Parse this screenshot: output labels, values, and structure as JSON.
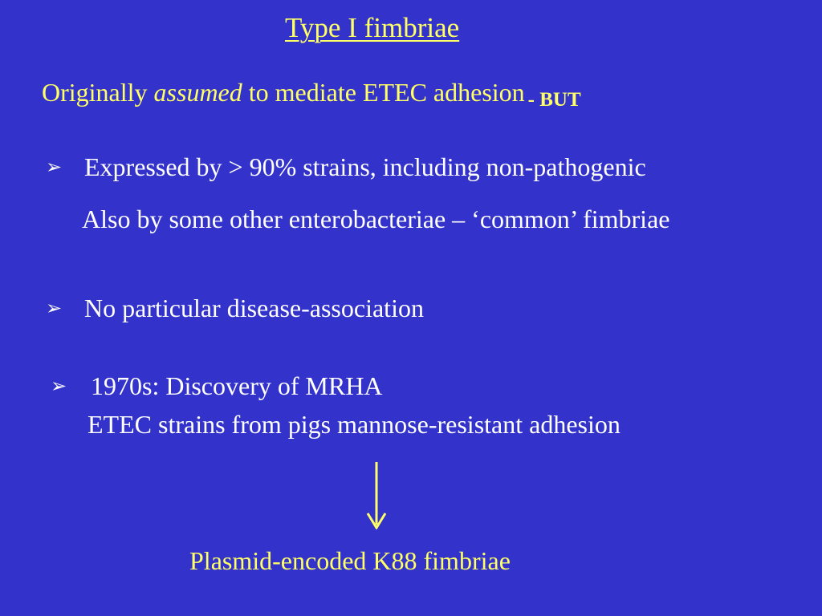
{
  "colors": {
    "background": "#3333cc",
    "accent": "#ffff66",
    "text": "#ffffff"
  },
  "slide": {
    "title": "Type I fimbriae",
    "intro": {
      "before": "Originally ",
      "emphasis": "assumed",
      "after": " to mediate ETEC adhesion",
      "but": "- BUT"
    },
    "bullets": [
      {
        "icon": "arrow-bullet-icon",
        "glyph": "➢",
        "text": "Expressed by > 90% strains, including non-pathogenic",
        "continuation": "Also by some other enterobacteriae – ‘common’ fimbriae"
      },
      {
        "icon": "arrow-bullet-icon",
        "glyph": "➢",
        "text": "No particular disease-association"
      },
      {
        "icon": "arrow-bullet-icon",
        "glyph": "➢",
        "text": "1970s:  Discovery of MRHA",
        "continuation": "ETEC strains from pigs mannose-resistant adhesion"
      }
    ],
    "arrow_icon": "down-arrow-icon",
    "result": "Plasmid-encoded K88 fimbriae"
  }
}
